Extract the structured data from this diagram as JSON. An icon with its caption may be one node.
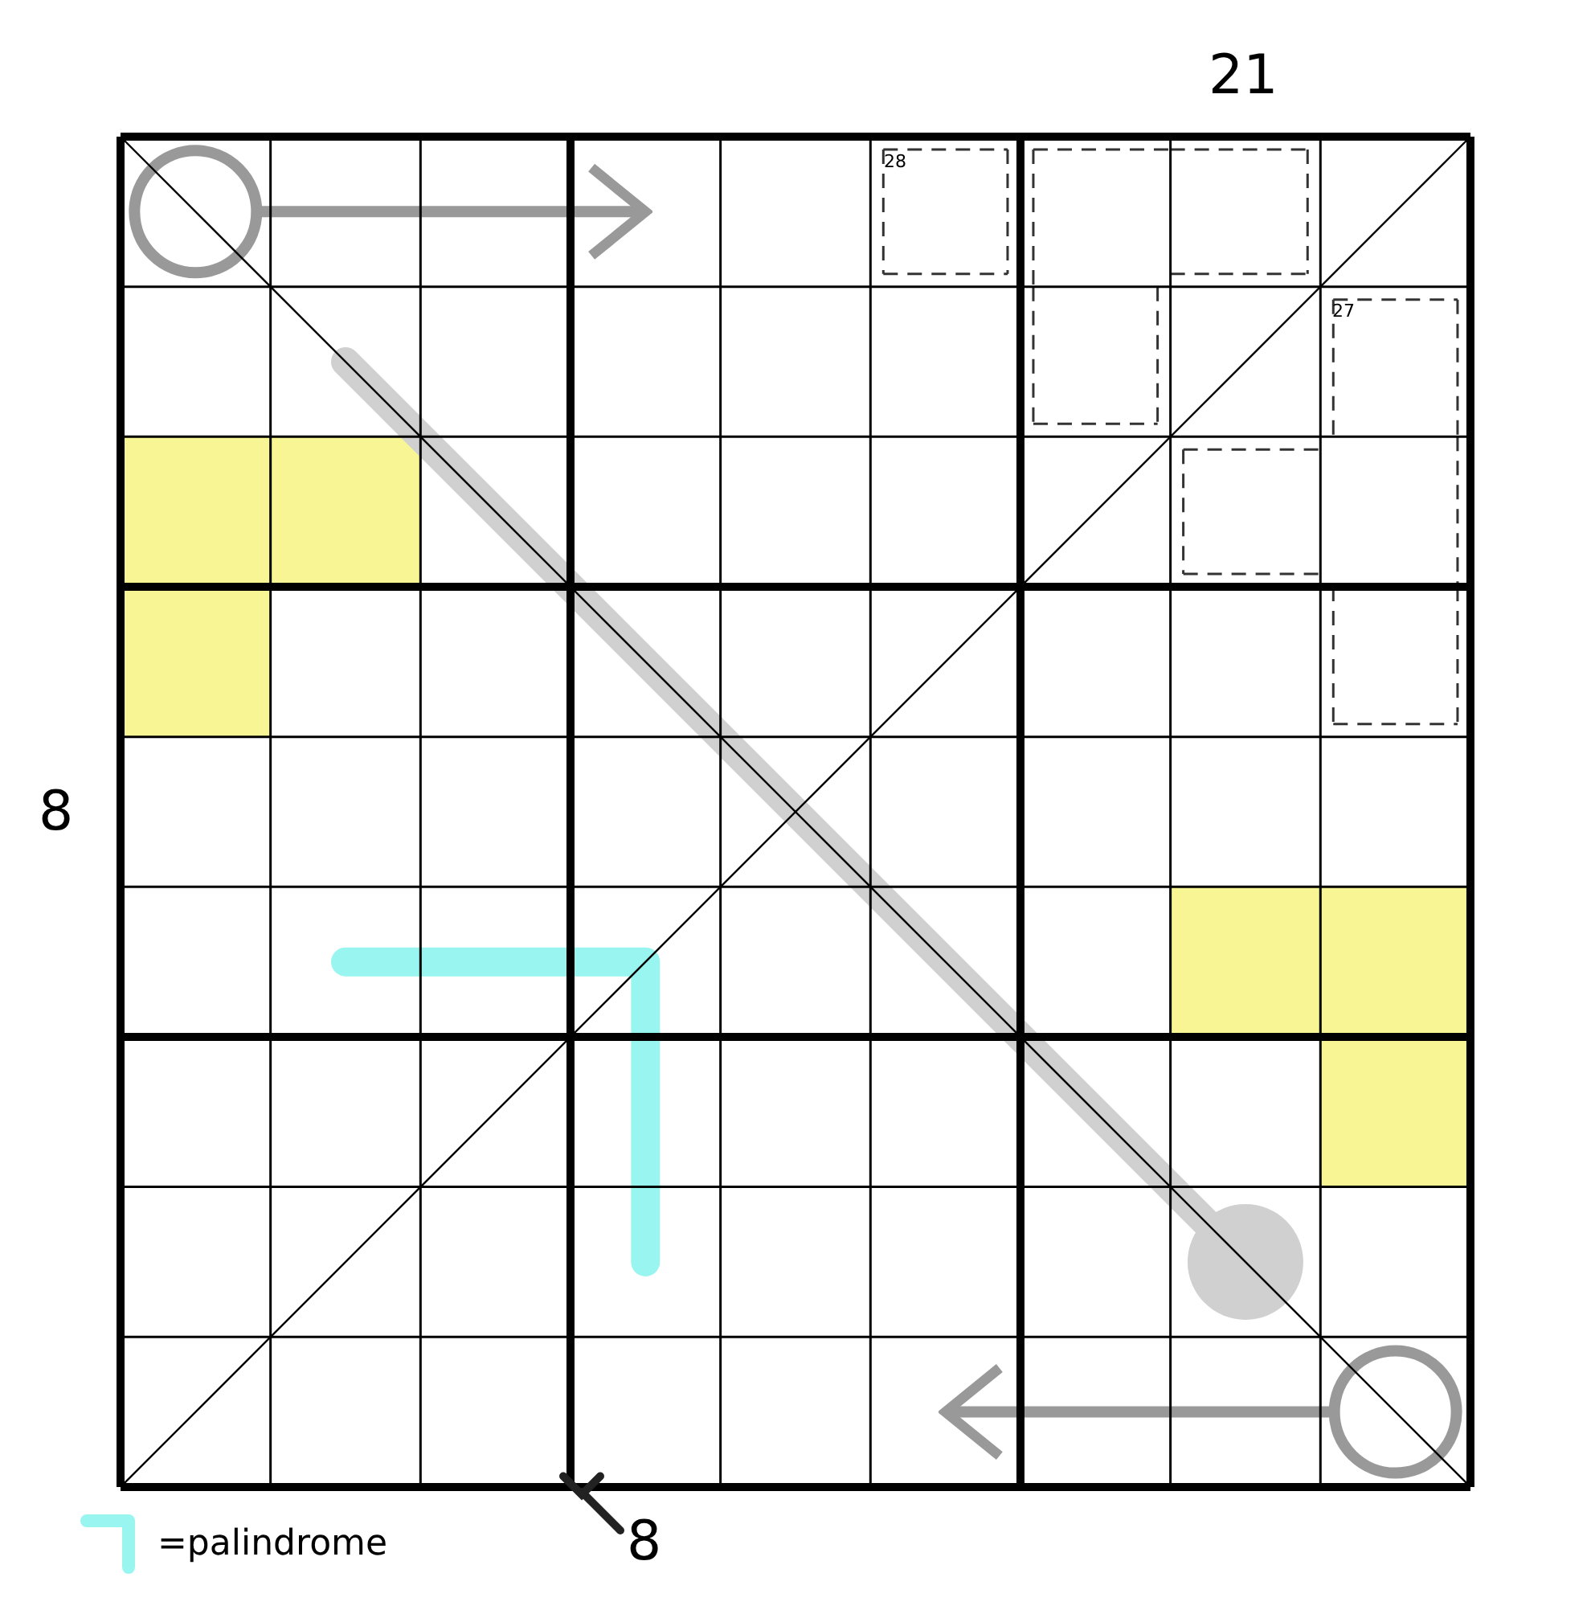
{
  "diagram": {
    "labels": [
      "21",
      "28",
      "27",
      "8",
      "8"
    ],
    "legend": [
      {
        "text": "=palindrome"
      }
    ]
  }
}
